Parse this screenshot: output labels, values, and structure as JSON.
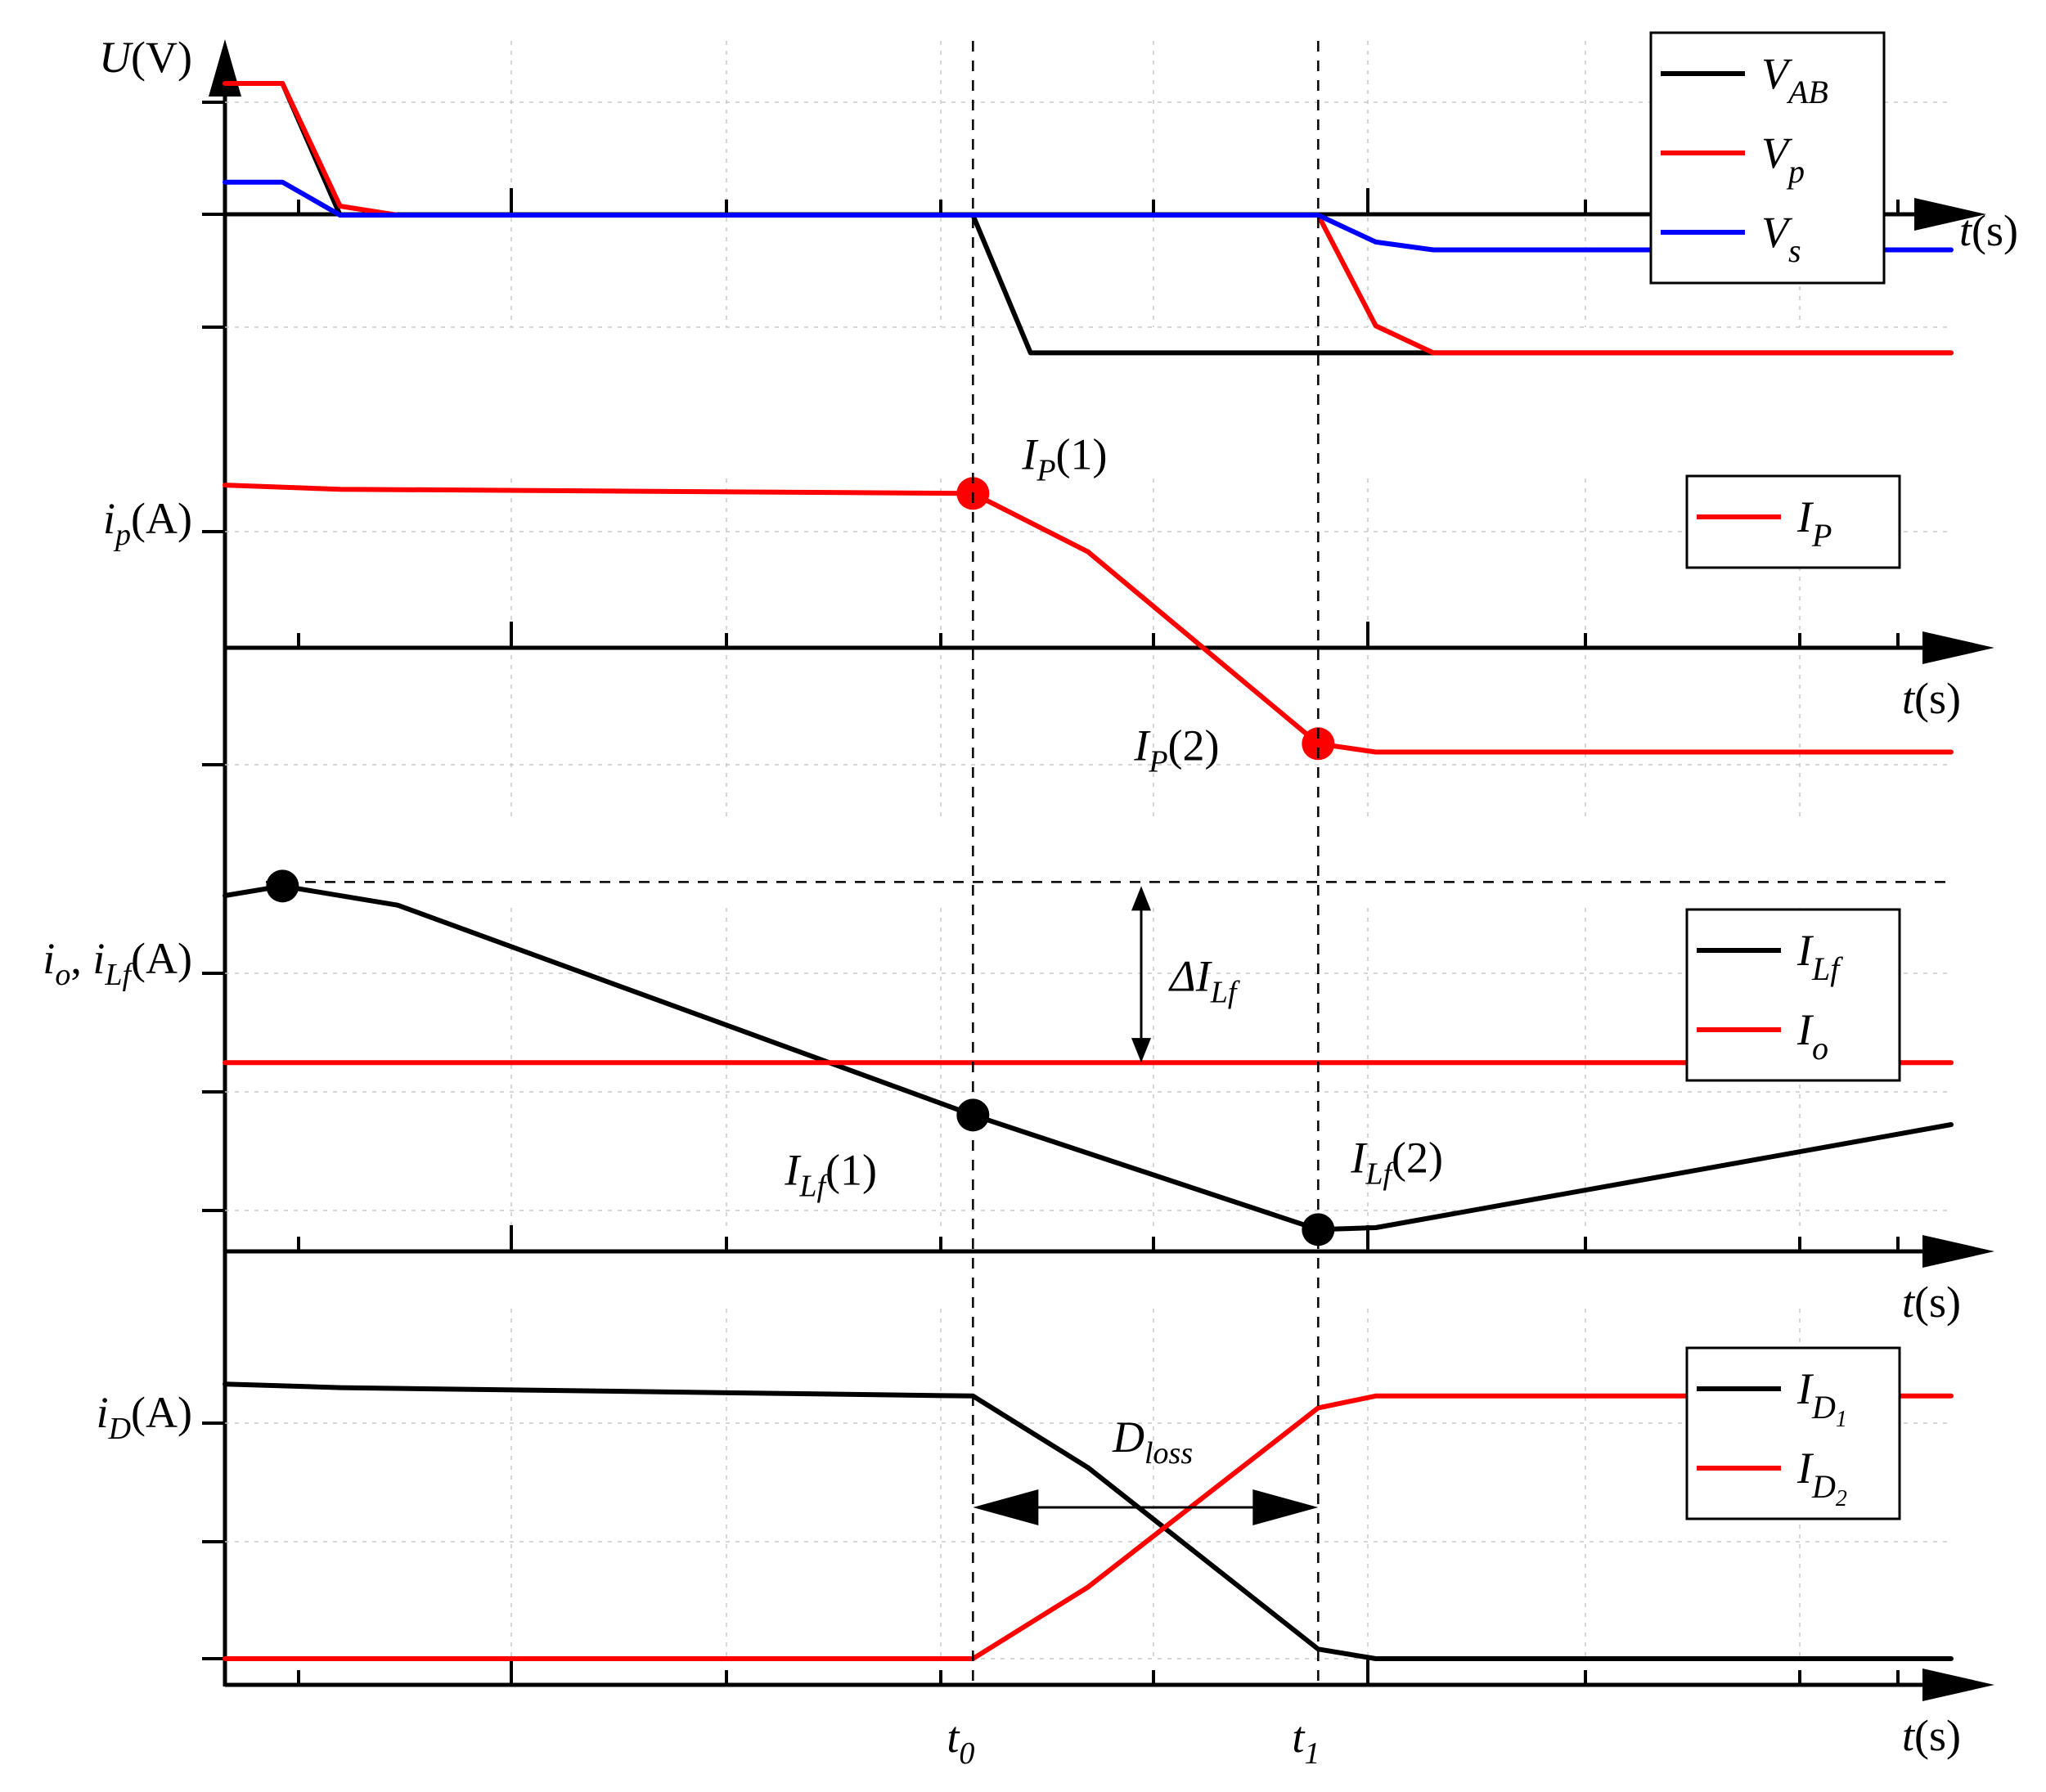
{
  "chart_data": [
    {
      "type": "line",
      "ylabel_var": "U",
      "ylabel_unit": "(V)",
      "xlabel_var": "t",
      "xlabel_unit": "(s)",
      "xlim": [
        0,
        12
      ],
      "ylim": [
        -2.5,
        2.5
      ],
      "legend_position": "top-right",
      "grid": true,
      "series": [
        {
          "name_main": "V",
          "name_sub": "AB",
          "color": "#000000",
          "x": [
            0,
            0.4,
            0.8,
            5.2,
            5.6,
            12
          ],
          "y": [
            2.2,
            2.2,
            0,
            0,
            -2.3,
            -2.3
          ]
        },
        {
          "name_main": "V",
          "name_sub": "p",
          "color": "#ff0000",
          "x": [
            0,
            0.4,
            0.8,
            1.2,
            7.6,
            8.0,
            8.4,
            12
          ],
          "y": [
            2.2,
            2.2,
            0.15,
            0,
            0,
            -1.85,
            -2.3,
            -2.3
          ]
        },
        {
          "name_main": "V",
          "name_sub": "s",
          "color": "#0000ff",
          "x": [
            0,
            0.4,
            0.8,
            7.6,
            8.0,
            8.4,
            12
          ],
          "y": [
            0.55,
            0.55,
            0,
            0,
            -0.45,
            -0.58,
            -0.58
          ]
        }
      ]
    },
    {
      "type": "line",
      "ylabel_var": "i",
      "ylabel_sub": "p",
      "ylabel_unit": "(A)",
      "xlabel_var": "t",
      "xlabel_unit": "(s)",
      "xlim": [
        0,
        12
      ],
      "ylim": [
        -2.0,
        2.0
      ],
      "legend_position": "top-right",
      "grid": true,
      "series": [
        {
          "name_main": "I",
          "name_sub": "P",
          "color": "#ff0000",
          "x": [
            0,
            0.8,
            5.2,
            6.0,
            7.6,
            8.0,
            12
          ],
          "y": [
            1.95,
            1.9,
            1.85,
            1.15,
            -1.15,
            -1.25,
            -1.25
          ]
        }
      ],
      "markers": [
        {
          "x": 5.2,
          "y": 1.85,
          "color": "#ff0000",
          "label_main": "I",
          "label_sub": "P",
          "label_tail": "(1)"
        },
        {
          "x": 7.6,
          "y": -1.15,
          "color": "#ff0000",
          "label_main": "I",
          "label_sub": "P",
          "label_tail": "(2)"
        }
      ]
    },
    {
      "type": "line",
      "ylabel_pre": "i",
      "ylabel_pre_sub": "o",
      "ylabel_sep": ", ",
      "ylabel_var": "i",
      "ylabel_sub": "Lf",
      "ylabel_unit": "(A)",
      "xlabel_var": "t",
      "xlabel_unit": "(s)",
      "xlim": [
        0,
        12
      ],
      "ylim": [
        -2.4,
        2.4
      ],
      "legend_position": "top-right",
      "grid": true,
      "series": [
        {
          "name_main": "I",
          "name_sub": "Lf",
          "color": "#000000",
          "x": [
            0,
            0.4,
            1.2,
            5.2,
            7.6,
            8.0,
            12
          ],
          "y": [
            2.1,
            2.2,
            2.0,
            -0.2,
            -1.4,
            -1.38,
            -0.3
          ]
        },
        {
          "name_main": "I",
          "name_sub": "o",
          "color": "#ff0000",
          "x": [
            0,
            12
          ],
          "y": [
            0.35,
            0.35
          ]
        }
      ],
      "markers": [
        {
          "x": 0.4,
          "y": 2.2,
          "color": "#000000",
          "label_main": "",
          "label_sub": "",
          "label_tail": ""
        },
        {
          "x": 5.2,
          "y": -0.2,
          "color": "#000000",
          "label_main": "I",
          "label_sub": "Lf",
          "label_tail": "(1)"
        },
        {
          "x": 7.6,
          "y": -1.4,
          "color": "#000000",
          "label_main": "I",
          "label_sub": "Lf",
          "label_tail": "(2)"
        }
      ],
      "annotation": {
        "text_main": "ΔI",
        "text_sub": "Lf"
      }
    },
    {
      "type": "line",
      "ylabel_var": "i",
      "ylabel_sub": "D",
      "ylabel_unit": "(A)",
      "xlabel_var": "t",
      "xlabel_unit": "(s)",
      "xlim": [
        0,
        12
      ],
      "ylim": [
        0,
        3
      ],
      "legend_position": "top-right",
      "grid": true,
      "series": [
        {
          "name_main": "I",
          "name_sub": "D",
          "name_subsub": "1",
          "color": "#000000",
          "x": [
            0,
            0.8,
            5.2,
            6.0,
            7.6,
            8.0,
            12
          ],
          "y": [
            2.3,
            2.27,
            2.2,
            1.6,
            0.08,
            0,
            0
          ]
        },
        {
          "name_main": "I",
          "name_sub": "D",
          "name_subsub": "2",
          "color": "#ff0000",
          "x": [
            0,
            5.2,
            6.0,
            7.6,
            8.0,
            12
          ],
          "y": [
            0,
            0,
            0.6,
            2.1,
            2.2,
            2.2
          ]
        }
      ],
      "annotation": {
        "text_main": "D",
        "text_sub": "loss"
      },
      "xticks": [
        {
          "main": "t",
          "sub": "0",
          "x": 5.2
        },
        {
          "main": "t",
          "sub": "1",
          "x": 7.6
        }
      ]
    }
  ]
}
